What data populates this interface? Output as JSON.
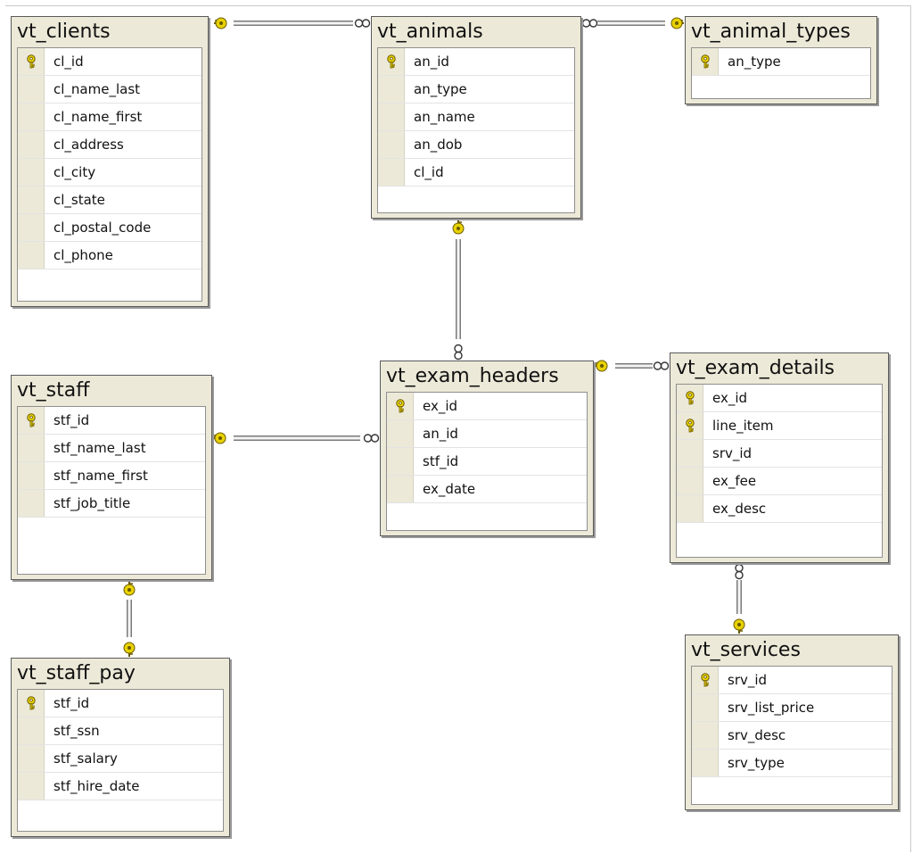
{
  "diagram": {
    "tables": [
      {
        "id": "vt_clients",
        "title": "vt_clients",
        "columns": [
          {
            "name": "cl_id",
            "pk": true
          },
          {
            "name": "cl_name_last",
            "pk": false
          },
          {
            "name": "cl_name_first",
            "pk": false
          },
          {
            "name": "cl_address",
            "pk": false
          },
          {
            "name": "cl_city",
            "pk": false
          },
          {
            "name": "cl_state",
            "pk": false
          },
          {
            "name": "cl_postal_code",
            "pk": false
          },
          {
            "name": "cl_phone",
            "pk": false
          }
        ]
      },
      {
        "id": "vt_animals",
        "title": "vt_animals",
        "columns": [
          {
            "name": "an_id",
            "pk": true
          },
          {
            "name": "an_type",
            "pk": false
          },
          {
            "name": "an_name",
            "pk": false
          },
          {
            "name": "an_dob",
            "pk": false
          },
          {
            "name": "cl_id",
            "pk": false
          }
        ]
      },
      {
        "id": "vt_animal_types",
        "title": "vt_animal_types",
        "columns": [
          {
            "name": "an_type",
            "pk": true
          }
        ]
      },
      {
        "id": "vt_staff",
        "title": "vt_staff",
        "columns": [
          {
            "name": "stf_id",
            "pk": true
          },
          {
            "name": "stf_name_last",
            "pk": false
          },
          {
            "name": "stf_name_first",
            "pk": false
          },
          {
            "name": "stf_job_title",
            "pk": false
          }
        ]
      },
      {
        "id": "vt_exam_headers",
        "title": "vt_exam_headers",
        "columns": [
          {
            "name": "ex_id",
            "pk": true
          },
          {
            "name": "an_id",
            "pk": false
          },
          {
            "name": "stf_id",
            "pk": false
          },
          {
            "name": "ex_date",
            "pk": false
          }
        ]
      },
      {
        "id": "vt_exam_details",
        "title": "vt_exam_details",
        "columns": [
          {
            "name": "ex_id",
            "pk": true
          },
          {
            "name": "line_item",
            "pk": true
          },
          {
            "name": "srv_id",
            "pk": false
          },
          {
            "name": "ex_fee",
            "pk": false
          },
          {
            "name": "ex_desc",
            "pk": false
          }
        ]
      },
      {
        "id": "vt_staff_pay",
        "title": "vt_staff_pay",
        "columns": [
          {
            "name": "stf_id",
            "pk": true
          },
          {
            "name": "stf_ssn",
            "pk": false
          },
          {
            "name": "stf_salary",
            "pk": false
          },
          {
            "name": "stf_hire_date",
            "pk": false
          }
        ]
      },
      {
        "id": "vt_services",
        "title": "vt_services",
        "columns": [
          {
            "name": "srv_id",
            "pk": true
          },
          {
            "name": "srv_list_price",
            "pk": false
          },
          {
            "name": "srv_desc",
            "pk": false
          },
          {
            "name": "srv_type",
            "pk": false
          }
        ]
      }
    ],
    "relationships": [
      {
        "one": "vt_clients",
        "many": "vt_animals",
        "type": "one-to-many"
      },
      {
        "one": "vt_animal_types",
        "many": "vt_animals",
        "type": "one-to-many"
      },
      {
        "one": "vt_animals",
        "many": "vt_exam_headers",
        "type": "one-to-many"
      },
      {
        "one": "vt_staff",
        "many": "vt_exam_headers",
        "type": "one-to-many"
      },
      {
        "one": "vt_exam_headers",
        "many": "vt_exam_details",
        "type": "one-to-many"
      },
      {
        "one": "vt_services",
        "many": "vt_exam_details",
        "type": "one-to-many"
      },
      {
        "one": "vt_staff",
        "many": "vt_staff_pay",
        "type": "one-to-one"
      }
    ],
    "colors": {
      "key_icon": "#e8d200",
      "connector": "#7a7a7a",
      "table_header": "#ece9d8"
    },
    "icons": {
      "primary_key": "key-icon",
      "relationship_one": "key-icon",
      "relationship_many": "infinity-icon"
    }
  }
}
